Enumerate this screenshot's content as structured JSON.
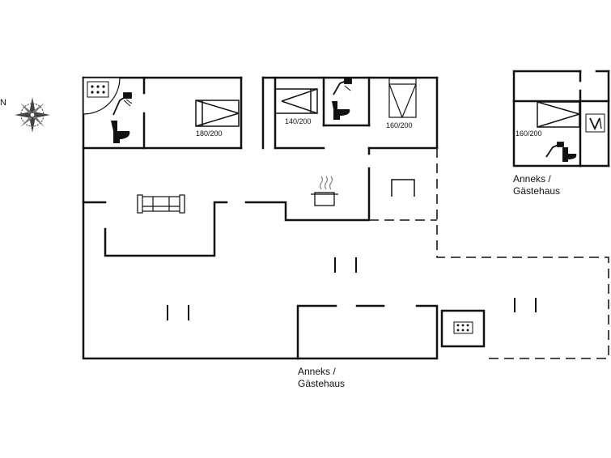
{
  "compass": {
    "north_label": "N",
    "icon": "compass-rose-icon"
  },
  "beds": {
    "bed1": "180/200",
    "bed2": "140/200",
    "bed3": "160/200",
    "bed4": "160/200"
  },
  "annex_right": {
    "line1": "Anneks /",
    "line2": "Gästehaus"
  },
  "annex_bottom": {
    "line1": "Anneks /",
    "line2": "Gästehaus"
  },
  "icons": [
    "whirlpool-icon",
    "shower-icon",
    "toilet-icon",
    "bed-icon",
    "sofa-icon",
    "cooking-pot-icon",
    "fireplace-icon",
    "sauna-icon"
  ],
  "colors": {
    "wall": "#111111",
    "background": "#ffffff"
  }
}
